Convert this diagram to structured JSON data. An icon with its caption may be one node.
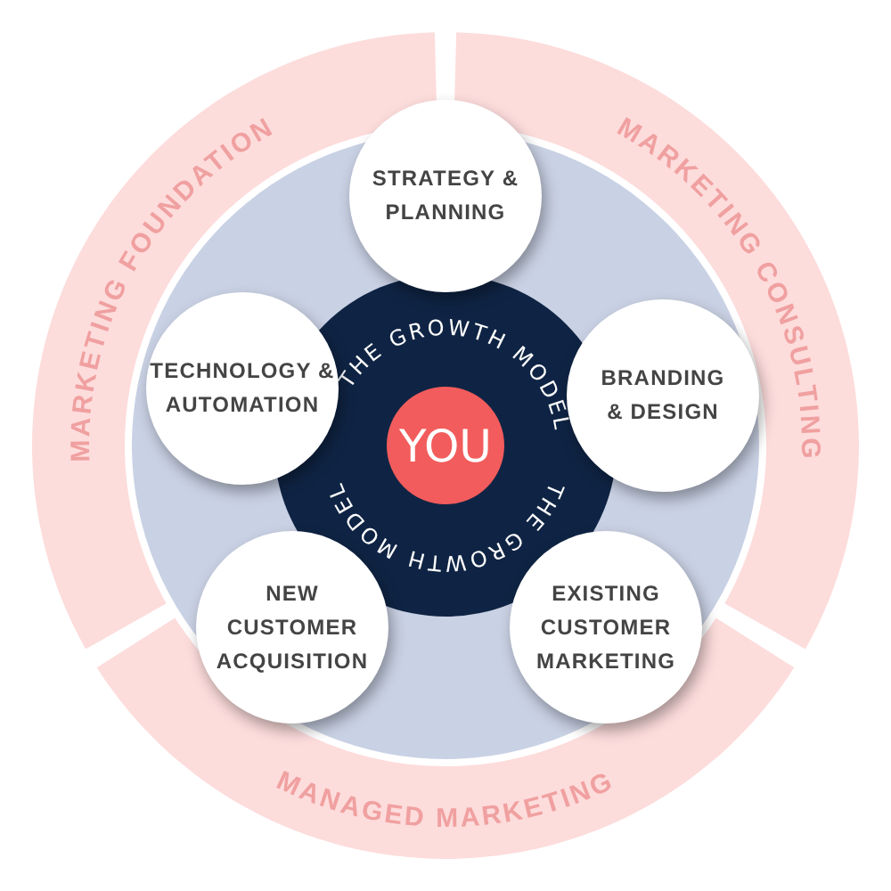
{
  "diagram": {
    "nodes": [
      {
        "text": [
          "MARKETING FOUNDATION"
        ]
      },
      {
        "text": [
          "MARKETING CONSULTING"
        ]
      },
      {
        "text": [
          "THE GROWTH MODEL",
          "THE GROWTH MODEL"
        ]
      },
      {
        "text": [
          "YOU"
        ],
        "in": 2
      },
      {
        "text": [
          "STRATEGY & PLANNING"
        ]
      },
      {
        "text": [
          "TECHNOLOGY & AUTOMATION"
        ]
      },
      {
        "text": [
          "BRANDING & DESIGN"
        ]
      },
      {
        "text": [
          "NEW CUSTOMER ACQUISITION"
        ]
      },
      {
        "text": [
          "EXISTING CUSTOMER MARKETING"
        ]
      },
      {
        "text": [
          "MANAGED MARKETING"
        ]
      }
    ]
  }
}
